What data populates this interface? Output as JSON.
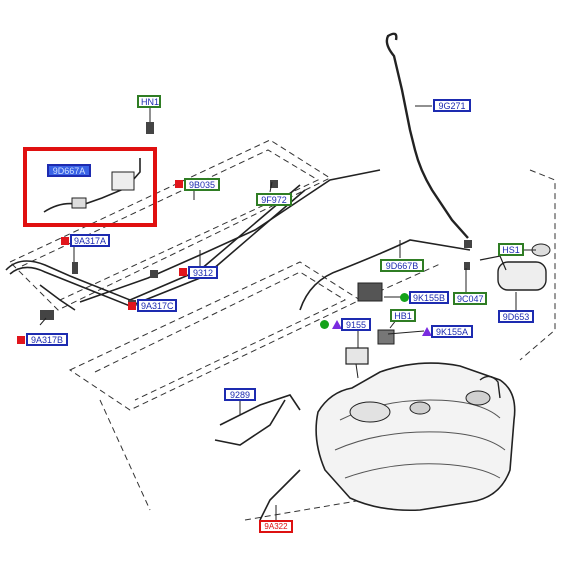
{
  "diagram": {
    "callouts": [
      {
        "id": "HN1",
        "text": "HN1",
        "style": "green"
      },
      {
        "id": "9G271",
        "text": "9G271",
        "style": "blue"
      },
      {
        "id": "9D667A",
        "text": "9D667A",
        "style": "selected"
      },
      {
        "id": "9B035",
        "text": "9B035",
        "style": "green"
      },
      {
        "id": "9F972",
        "text": "9F972",
        "style": "green"
      },
      {
        "id": "9A317A",
        "text": "9A317A",
        "style": "blue"
      },
      {
        "id": "HS1",
        "text": "HS1",
        "style": "green"
      },
      {
        "id": "9D667B",
        "text": "9D667B",
        "style": "green"
      },
      {
        "id": "9312",
        "text": "9312",
        "style": "blue"
      },
      {
        "id": "9K155B",
        "text": "9K155B",
        "style": "blue"
      },
      {
        "id": "9C047",
        "text": "9C047",
        "style": "green"
      },
      {
        "id": "9A317C",
        "text": "9A317C",
        "style": "blue"
      },
      {
        "id": "9D653",
        "text": "9D653",
        "style": "blue"
      },
      {
        "id": "HB1",
        "text": "HB1",
        "style": "green"
      },
      {
        "id": "9155",
        "text": "9155",
        "style": "blue"
      },
      {
        "id": "9K155A",
        "text": "9K155A",
        "style": "blue"
      },
      {
        "id": "9A317B",
        "text": "9A317B",
        "style": "blue"
      },
      {
        "id": "9289",
        "text": "9289",
        "style": "blue"
      },
      {
        "id": "9A322",
        "text": "9A322",
        "style": "red"
      }
    ],
    "marker_colors": {
      "square": "#e0151c",
      "circle": "#14a21a",
      "triangle": "#7a2be0"
    },
    "highlight_color": "#e01010"
  }
}
